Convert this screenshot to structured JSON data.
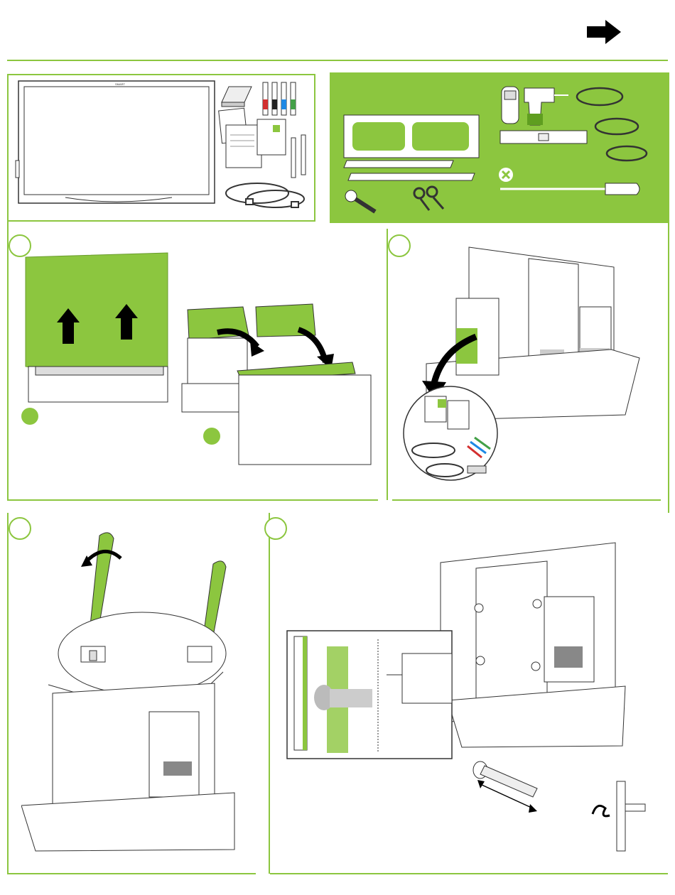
{
  "header": {
    "next_arrow_icon": "right-arrow-icon"
  },
  "colors": {
    "accent": "#8cc63f",
    "accent_dark": "#5f9e20",
    "line": "#333333",
    "light_gray": "#e6e6e6"
  },
  "box_contents": {
    "items": [
      "display",
      "eraser",
      "pens",
      "documents",
      "stylus",
      "cables"
    ]
  },
  "required_tools": {
    "items": [
      "wall-bracket",
      "rails",
      "bolts",
      "eye-bolts",
      "stud-finder",
      "drill",
      "cables",
      "level",
      "screwdriver"
    ]
  },
  "steps": [
    {
      "id": "step-1",
      "icon": "step-number-circle"
    },
    {
      "id": "step-2",
      "icon": "step-number-circle"
    },
    {
      "id": "step-3",
      "icon": "step-number-circle"
    },
    {
      "id": "step-4",
      "icon": "step-number-circle"
    }
  ]
}
